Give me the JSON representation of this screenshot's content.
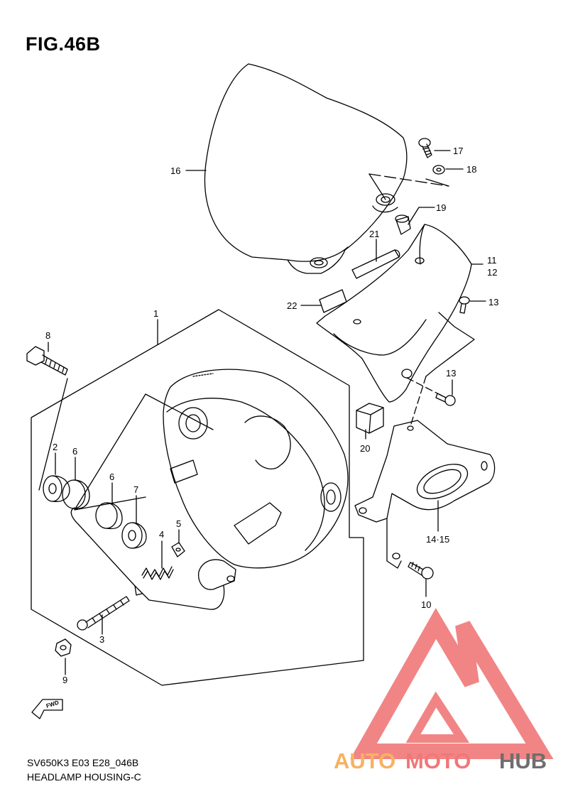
{
  "figure": {
    "title": "FIG.46B"
  },
  "footer": {
    "code": "SV650K3 E03 E28_046B",
    "name": "HEADLAMP HOUSING-C"
  },
  "direction_marker": {
    "label": "FWD"
  },
  "watermark": {
    "part1": "AUTO",
    "part2": "MOTO",
    "part3": "HUB"
  },
  "callouts": {
    "c1": "1",
    "c2": "2",
    "c3": "3",
    "c4": "4",
    "c5": "5",
    "c6a": "6",
    "c6b": "6",
    "c7": "7",
    "c8": "8",
    "c9": "9",
    "c10": "10",
    "c11": "11",
    "c12": "12",
    "c13a": "13",
    "c13b": "13",
    "c1415": "14·15",
    "c16": "16",
    "c17": "17",
    "c18": "18",
    "c19": "19",
    "c20": "20",
    "c21": "21",
    "c22": "22"
  },
  "colors": {
    "line": "#000000",
    "watermark_red": "#f07878",
    "watermark_orange": "#f7b262",
    "watermark_grey": "#6e6e6e"
  }
}
